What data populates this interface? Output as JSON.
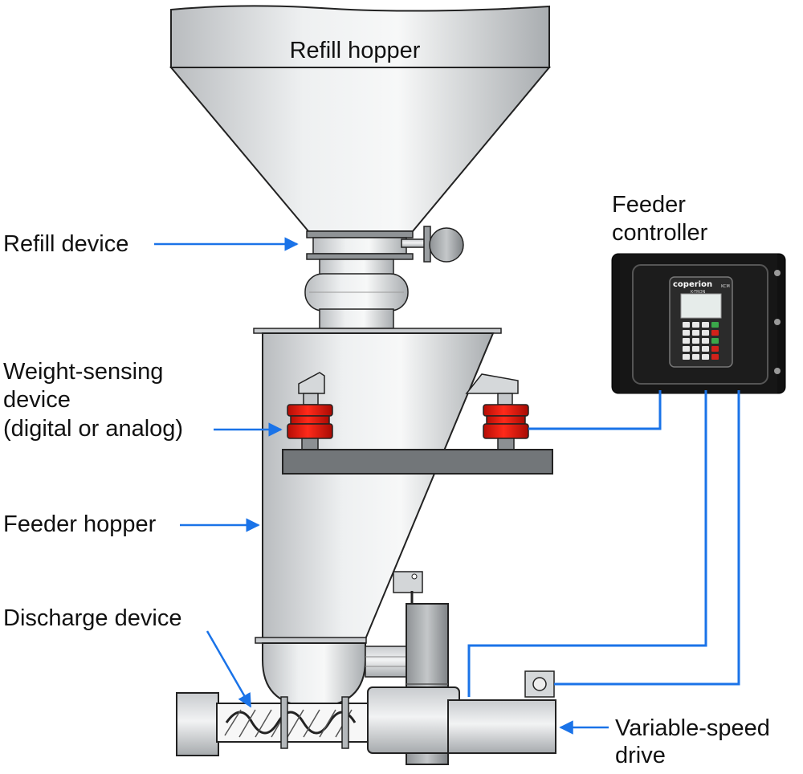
{
  "labels": {
    "refill_hopper": "Refill hopper",
    "refill_device": "Refill device",
    "feeder_controller_line1": "Feeder",
    "feeder_controller_line2": "controller",
    "weight_line1": "Weight-sensing",
    "weight_line2": "device",
    "weight_line3": "(digital or analog)",
    "feeder_hopper": "Feeder hopper",
    "discharge_device": "Discharge device",
    "drive_line1": "Variable-speed",
    "drive_line2": "drive"
  },
  "controller": {
    "brand": "coperion",
    "sub_brand": "K-TRON",
    "model": "KCM"
  },
  "colors": {
    "arrow": "#1a73e8",
    "wire": "#1a73e8",
    "load_cell": "#e3170a",
    "metal_light": "#e6e8ea",
    "metal_dark": "#9fa3a6",
    "outline": "#222222",
    "controller": "#111111"
  },
  "icons": {
    "arrow": "arrow-right-icon",
    "keypad": "keypad-icon",
    "screen": "lcd-screen-icon"
  }
}
